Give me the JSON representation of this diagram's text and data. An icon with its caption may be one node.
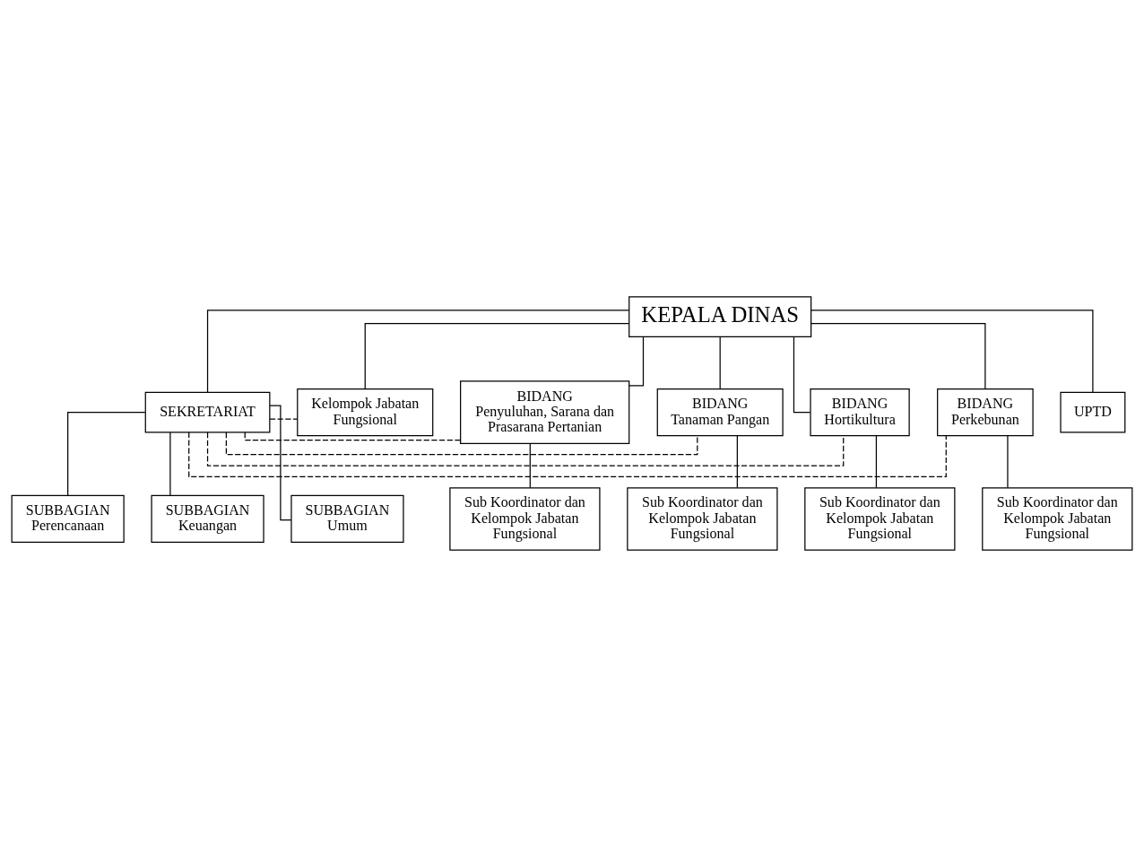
{
  "diagram": {
    "nodes": [
      {
        "text": [
          "KEPALA DINAS"
        ]
      },
      {
        "text": [
          "SEKRETARIAT"
        ]
      },
      {
        "text": [
          "Kelompok Jabatan Fungsional"
        ]
      },
      {
        "text": [
          "SUBBAGIAN",
          "Perencanaan"
        ]
      },
      {
        "text": [
          "SUBBAGIAN",
          "Keuangan"
        ]
      },
      {
        "text": [
          "SUBBAGIAN",
          "Umum"
        ]
      },
      {
        "text": [
          "BIDANG",
          "Penyuluhan, Sarana dan Prasarana Pertanian"
        ]
      },
      {
        "text": [
          "BIDANG",
          "Tanaman Pangan"
        ]
      },
      {
        "text": [
          "BIDANG",
          "Hortikultura"
        ]
      },
      {
        "text": [
          "BIDANG",
          "Perkebunan"
        ]
      },
      {
        "text": [
          "Sub Koordinator dan Kelompok Jabatan Fungsional"
        ]
      },
      {
        "text": [
          "Sub Koordinator dan Kelompok Jabatan Fungsional"
        ]
      },
      {
        "text": [
          "Sub Koordinator dan Kelompok Jabatan Fungsional"
        ]
      },
      {
        "text": [
          "Sub Koordinator dan Kelompok Jabatan Fungsional"
        ]
      },
      {
        "text": [
          "UPTD"
        ]
      }
    ],
    "edges": [
      {
        "from": 0,
        "to": 1,
        "arrow": "none"
      },
      {
        "from": 0,
        "to": 2,
        "arrow": "none"
      },
      {
        "from": 1,
        "to": 2,
        "arrow": "none",
        "style": "dashed"
      },
      {
        "from": 1,
        "to": 3,
        "arrow": "none"
      },
      {
        "from": 1,
        "to": 4,
        "arrow": "none"
      },
      {
        "from": 1,
        "to": 5,
        "arrow": "none"
      },
      {
        "from": 0,
        "to": 6,
        "arrow": "none"
      },
      {
        "from": 0,
        "to": 7,
        "arrow": "none"
      },
      {
        "from": 0,
        "to": 8,
        "arrow": "none"
      },
      {
        "from": 0,
        "to": 9,
        "arrow": "none"
      },
      {
        "from": 1,
        "to": 6,
        "arrow": "none",
        "style": "dashed"
      },
      {
        "from": 1,
        "to": 7,
        "arrow": "none",
        "style": "dashed"
      },
      {
        "from": 1,
        "to": 8,
        "arrow": "none",
        "style": "dashed"
      },
      {
        "from": 1,
        "to": 9,
        "arrow": "none",
        "style": "dashed"
      },
      {
        "from": 6,
        "to": 10,
        "arrow": "none"
      },
      {
        "from": 7,
        "to": 11,
        "arrow": "none"
      },
      {
        "from": 8,
        "to": 12,
        "arrow": "none"
      },
      {
        "from": 9,
        "to": 13,
        "arrow": "none"
      },
      {
        "from": 0,
        "to": 14,
        "arrow": "none"
      }
    ]
  }
}
